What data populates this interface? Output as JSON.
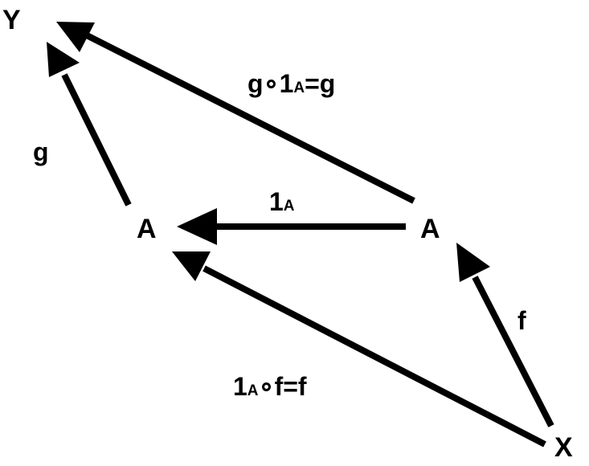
{
  "nodes": {
    "y": "Y",
    "a_left": "A",
    "a_right": "A",
    "x": "X"
  },
  "edges": {
    "g": {
      "label": "g"
    },
    "identity": {
      "main": "1",
      "sub": "A"
    },
    "f": {
      "label": "f"
    },
    "composite_top": {
      "pre": "g∘1",
      "sub": "A",
      "post": "=g"
    },
    "composite_bottom": {
      "pre": "1",
      "sub": "A",
      "post": "∘f=f"
    }
  },
  "colors": {
    "ink": "#000000",
    "background": "#ffffff"
  }
}
